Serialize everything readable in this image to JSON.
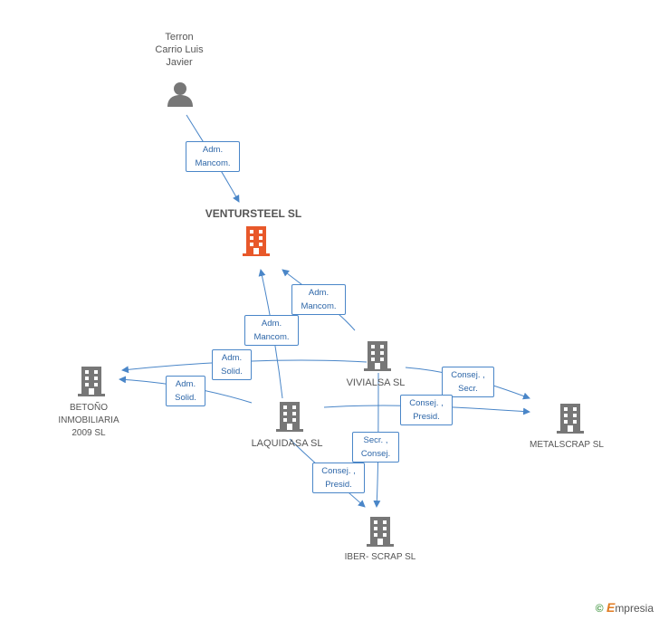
{
  "nodes": {
    "person": {
      "label": "Terron\nCarrio Luis\nJavier"
    },
    "ventursteel": {
      "label": "VENTURSTEEL SL",
      "color": "#e8582a"
    },
    "vivialsa": {
      "label": "VIVIALSA  SL"
    },
    "laquidasa": {
      "label": "LAQUIDASA  SL"
    },
    "betono": {
      "label": "BETOÑO\nINMOBILIARIA\n2009 SL"
    },
    "metalscrap": {
      "label": "METALSCRAP SL"
    },
    "iberscrap": {
      "label": "IBER- SCRAP SL"
    }
  },
  "edges": [
    {
      "label": "Adm.\nMancom."
    },
    {
      "label": "Adm.\nMancom."
    },
    {
      "label": "Adm.\nMancom."
    },
    {
      "label": "Adm.\nSolid."
    },
    {
      "label": "Adm.\nSolid."
    },
    {
      "label": "Consej. ,\nSecr."
    },
    {
      "label": "Consej. ,\nPresid."
    },
    {
      "label": "Secr. ,\nConsej."
    },
    {
      "label": "Consej. ,\nPresid."
    }
  ],
  "colors": {
    "edge": "#4a86c8",
    "building": "#777777",
    "main_building": "#e8582a"
  },
  "brand": {
    "copyright": "©",
    "name_initial": "E",
    "name_rest": "mpresia"
  }
}
